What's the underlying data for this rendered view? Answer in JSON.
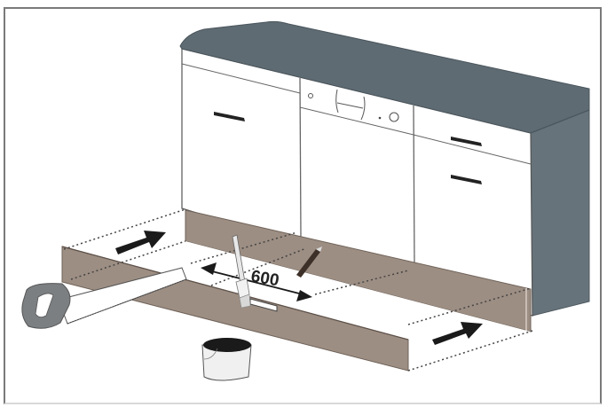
{
  "figure": {
    "title": "",
    "description": "Plinth installation under kitchen cabinets with built-in dishwasher: cut plinth to size with saw, seal cut edge with brush, slide plinth panels into place",
    "dimension_label": "600",
    "colors": {
      "countertop": "#5e6b73",
      "cabinet_side": "#66737b",
      "cabinet_front": "#ffffff",
      "plinth": "#9d8e83",
      "plinth_dark": "#8a7b71",
      "outline": "#4a4a4a",
      "arrow": "#1a1a1a",
      "frame": "#7a7a7a"
    },
    "elements": [
      {
        "name": "countertop",
        "label": ""
      },
      {
        "name": "left-cabinet-door",
        "label": ""
      },
      {
        "name": "dishwasher-front",
        "label": ""
      },
      {
        "name": "right-drawer",
        "label": ""
      },
      {
        "name": "right-cabinet-door",
        "label": ""
      },
      {
        "name": "plinth-back",
        "label": ""
      },
      {
        "name": "plinth-front",
        "label": ""
      },
      {
        "name": "hand-saw",
        "label": ""
      },
      {
        "name": "paint-brush",
        "label": ""
      },
      {
        "name": "pencil",
        "label": ""
      },
      {
        "name": "sealant-pot",
        "label": ""
      },
      {
        "name": "insert-arrow-left",
        "label": ""
      },
      {
        "name": "insert-arrow-right",
        "label": ""
      },
      {
        "name": "dimension-arrow",
        "label": "600"
      }
    ]
  }
}
